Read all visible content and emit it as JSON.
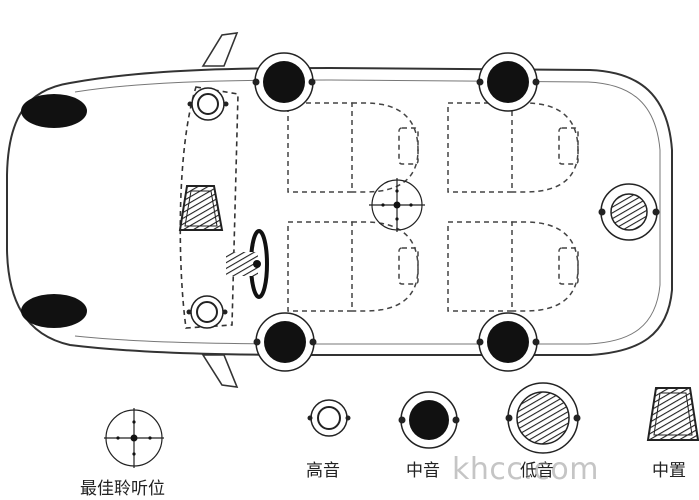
{
  "legend": {
    "best_listening_label": "最佳聆听位",
    "tweeter_label": "高音",
    "midrange_label": "中音",
    "woofer_label": "低音",
    "center_label": "中置"
  },
  "watermark": "khcc.com",
  "diagram": {
    "nodes": [
      {
        "id": "tweeter-front-left",
        "type": "tweeter"
      },
      {
        "id": "tweeter-front-right",
        "type": "tweeter"
      },
      {
        "id": "center-dashboard",
        "type": "center"
      },
      {
        "id": "midrange-front-left",
        "type": "midrange"
      },
      {
        "id": "midrange-rear-left",
        "type": "midrange"
      },
      {
        "id": "midrange-front-right",
        "type": "midrange"
      },
      {
        "id": "midrange-rear-right",
        "type": "midrange"
      },
      {
        "id": "woofer-rear",
        "type": "woofer"
      },
      {
        "id": "best-listening-position",
        "type": "best-listening"
      }
    ]
  }
}
